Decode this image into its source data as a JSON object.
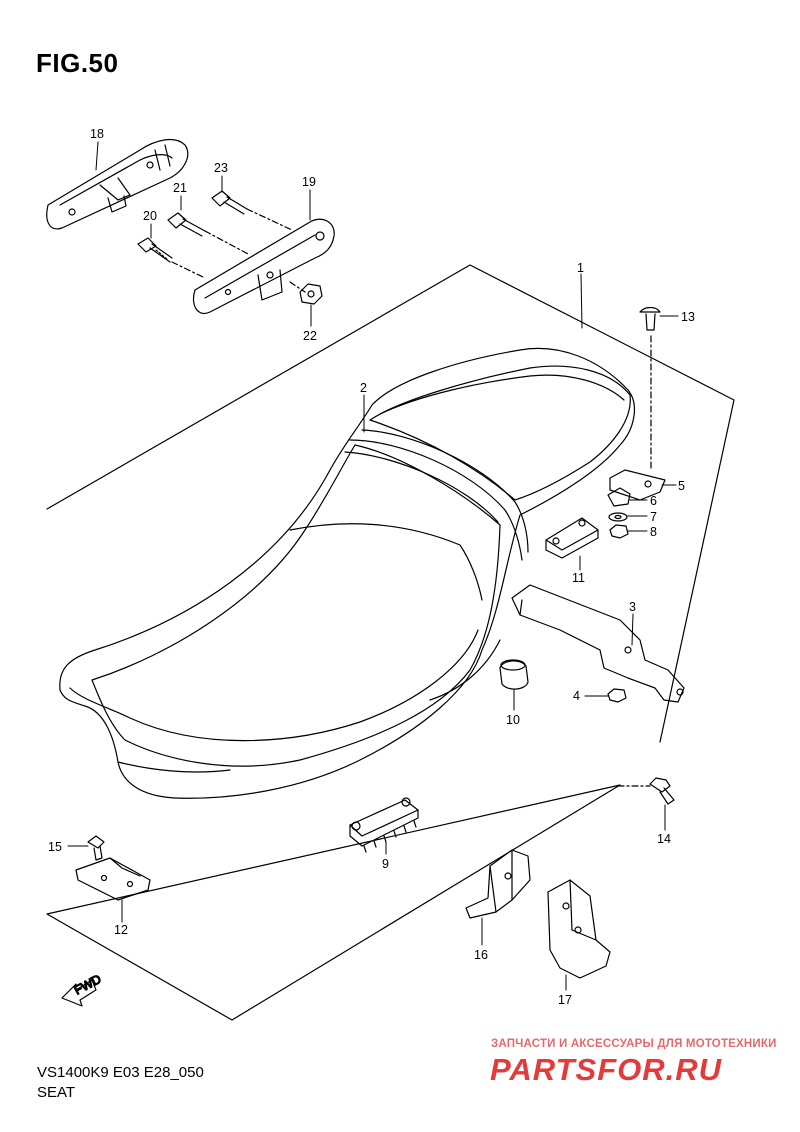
{
  "figure_title": "FIG.50",
  "model_code": "VS1400K9 E03 E28_050",
  "section_name": "SEAT",
  "watermark": {
    "tagline": "ЗАПЧАСТИ И АКСЕССУАРЫ ДЛЯ МОТОТЕХНИКИ",
    "logo": "PARTSFOR.RU"
  },
  "fwd_label": "FWD",
  "callouts": [
    "1",
    "2",
    "3",
    "4",
    "5",
    "6",
    "7",
    "8",
    "9",
    "10",
    "11",
    "12",
    "13",
    "14",
    "15",
    "16",
    "17",
    "18",
    "19",
    "20",
    "21",
    "22",
    "23"
  ]
}
